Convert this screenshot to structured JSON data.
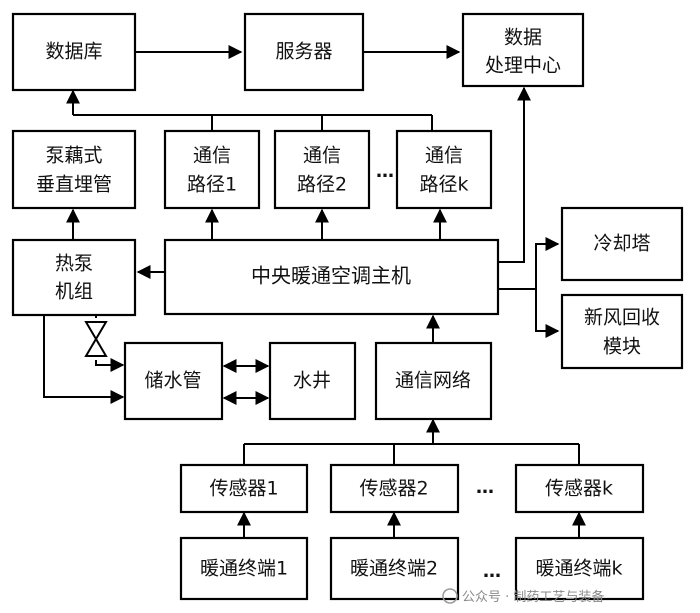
{
  "nodes": {
    "database": [
      "数据库"
    ],
    "server": [
      "服务器"
    ],
    "data_center": [
      "数据",
      "处理中心"
    ],
    "vertical_pipe": [
      "泵藕式",
      "垂直埋管"
    ],
    "path1": [
      "通信",
      "路径1"
    ],
    "path2": [
      "通信",
      "路径2"
    ],
    "pathk": [
      "通信",
      "路径k"
    ],
    "heat_pump": [
      "热泵",
      "机组"
    ],
    "central_unit": [
      "中央暖通空调主机"
    ],
    "cooling_tower": [
      "冷却塔"
    ],
    "fresh_air": [
      "新风回收",
      "模块"
    ],
    "storage_pipe": [
      "储水管"
    ],
    "water_well": [
      "水井"
    ],
    "comm_network": [
      "通信网络"
    ],
    "sensor1": [
      "传感器1"
    ],
    "sensor2": [
      "传感器2"
    ],
    "sensork": [
      "传感器k"
    ],
    "terminal1": [
      "暖通终端1"
    ],
    "terminal2": [
      "暖通终端2"
    ],
    "terminalk": [
      "暖通终端k"
    ]
  },
  "ellipsis": "…",
  "watermark": "公众号 · 制药工艺与装备"
}
